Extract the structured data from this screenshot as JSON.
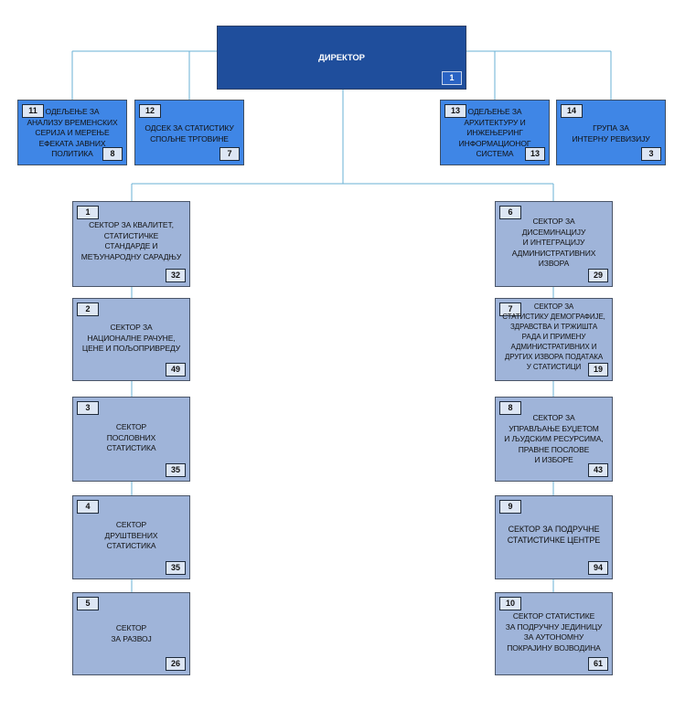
{
  "director": {
    "title": "ДИРЕКТОР",
    "number": "1"
  },
  "units": [
    {
      "code": "11",
      "name": "ОДЕЉЕЊЕ ЗА\nАНАЛИЗУ ВРЕМЕНСКИХ\nСЕРИЈА И МЕРЕЊЕ\nЕФЕКАТА ЈАВНИХ\nПОЛИТИКА",
      "staff": "8"
    },
    {
      "code": "12",
      "name": "ОДСЕК ЗА СТАТИСТИКУ\nСПОЉНЕ ТРГОВИНЕ",
      "staff": "7"
    },
    {
      "code": "13",
      "name": "ОДЕЉЕЊЕ ЗА\nАРХИТЕКТУРУ И\nИНЖЕЊЕРИНГ\nИНФОРМАЦИОНОГ\nСИСТЕМА",
      "staff": "13"
    },
    {
      "code": "14",
      "name": "ГРУПА ЗА\nИНТЕРНУ РЕВИЗИЈУ",
      "staff": "3"
    }
  ],
  "sectors_left": [
    {
      "code": "1",
      "name": "СЕКТОР ЗА КВАЛИТЕТ,\nСТАТИСТИЧКЕ\nСТАНДАРДЕ И\nМЕЂУНАРОДНУ САРАДЊУ",
      "staff": "32"
    },
    {
      "code": "2",
      "name": "СЕКТОР ЗА\nНАЦИОНАЛНЕ РАЧУНЕ,\nЦЕНЕ И ПОЉОПРИВРЕДУ",
      "staff": "49"
    },
    {
      "code": "3",
      "name": "СЕКТОР\nПОСЛОВНИХ\nСТАТИСТИКА",
      "staff": "35"
    },
    {
      "code": "4",
      "name": "СЕКТОР\nДРУШТВЕНИХ\nСТАТИСТИКА",
      "staff": "35"
    },
    {
      "code": "5",
      "name": "СЕКТОР\nЗА РАЗВОЈ",
      "staff": "26"
    }
  ],
  "sectors_right": [
    {
      "code": "6",
      "name": "СЕКТОР ЗА\nДИСЕМИНАЦИЈУ\nИ ИНТЕГРАЦИЈУ\nАДМИНИСТРАТИВНИХ\nИЗВОРА",
      "staff": "29"
    },
    {
      "code": "7",
      "name": "СЕКТОР ЗА\nСТАТИСТИКУ ДЕМОГРАФИЈЕ,\nЗДРАВСТВА И ТРЖИШТА\nРАДА И ПРИМЕНУ\nАДМИНИСТРАТИВНИХ И\nДРУГИХ ИЗВОРА ПОДАТАКА\nУ СТАТИСТИЦИ",
      "staff": "19"
    },
    {
      "code": "8",
      "name": "СЕКТОР ЗА\nУПРАВЉАЊЕ БУЏЕТОМ\nИ ЉУДСКИМ РЕСУРСИМА,\nПРАВНЕ ПОСЛОВЕ\nИ ИЗБОРЕ",
      "staff": "43"
    },
    {
      "code": "9",
      "name": "СЕКТОР ЗА ПОДРУЧНЕ\nСТАТИСТИЧКЕ ЦЕНТРЕ",
      "staff": "94"
    },
    {
      "code": "10",
      "name": "СЕКТОР СТАТИСТИКЕ\nЗА ПОДРУЧНУ ЈЕДИНИЦУ\nЗА АУТОНОМНУ\nПОКРАЈИНУ ВОЈВОДИНА",
      "staff": "61"
    }
  ],
  "colors": {
    "director": "#1f4e9c",
    "unit": "#3f86e6",
    "sector": "#9fb4d9",
    "connector": "#6ab0d6"
  }
}
